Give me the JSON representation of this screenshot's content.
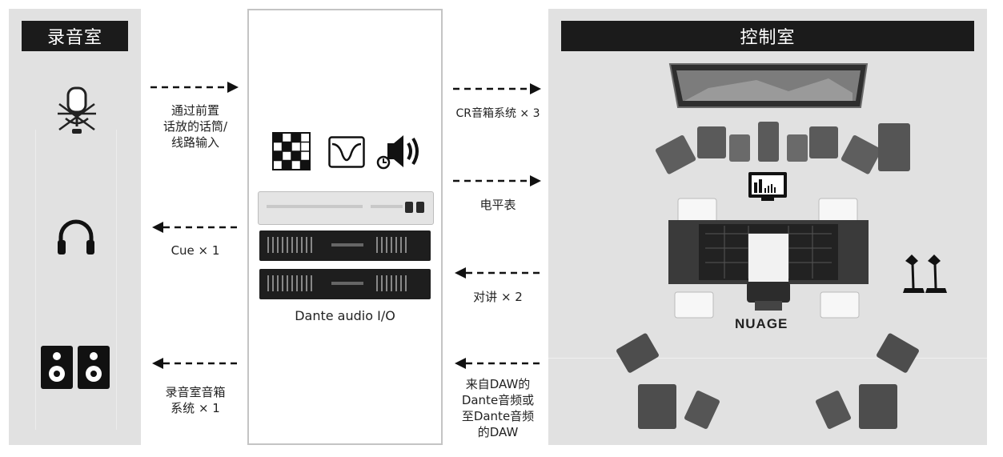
{
  "recording_room": {
    "title": "录音室"
  },
  "control_room": {
    "title": "控制室",
    "console_brand": "NUAGE"
  },
  "center": {
    "device_label": "Dante audio I/O"
  },
  "connections": {
    "mic_input": [
      "通过前置",
      "话放的话筒/",
      "线路输入"
    ],
    "cue": "Cue × 1",
    "studio_speakers": [
      "录音室音箱",
      "系统 × 1"
    ],
    "cr_speakers": "CR音箱系统 × 3",
    "meter": "电平表",
    "talkback": "对讲 × 2",
    "daw": [
      "来自DAW的",
      "Dante音频或",
      "至Dante音频",
      "的DAW"
    ]
  },
  "icons": [
    "microphone-icon",
    "headphones-icon",
    "speakers-icon",
    "matrix-icon",
    "eq-filter-icon",
    "speaker-delay-icon",
    "meter-monitor-icon",
    "talkback-mic-icon"
  ]
}
